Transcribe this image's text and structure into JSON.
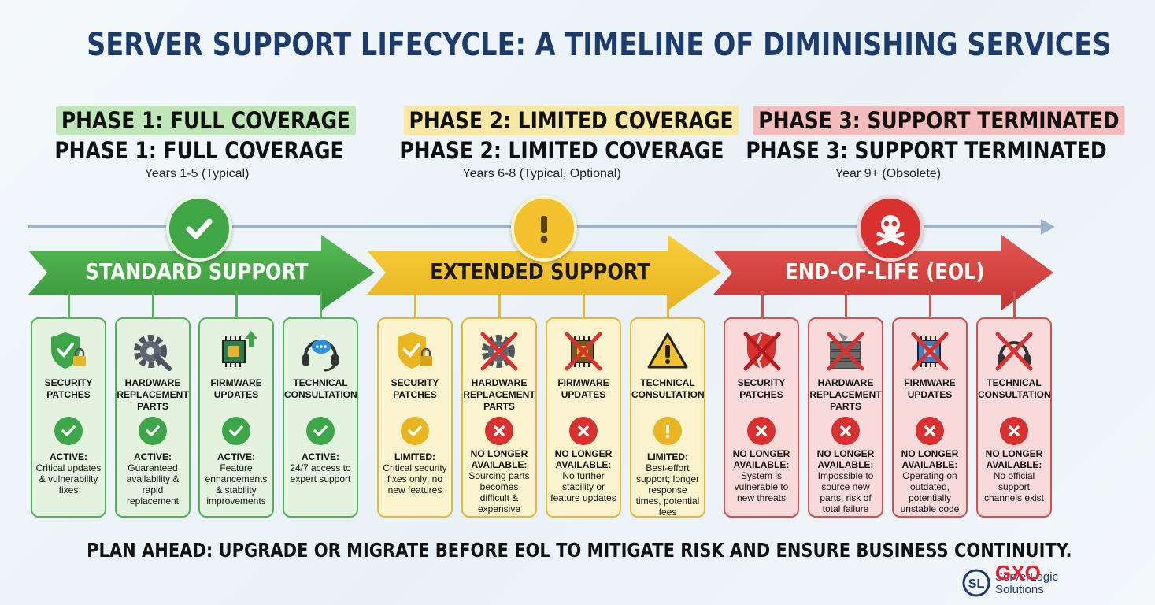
{
  "title": "SERVER SUPPORT LIFECYCLE: A TIMELINE OF DIMINISHING SERVICES",
  "colors": {
    "green": "#43a846",
    "yellow": "#f2c12e",
    "red": "#d9423f",
    "navy": "#1d3c6e"
  },
  "phases": [
    {
      "heading": "PHASE 1: FULL COVERAGE",
      "years": "Years 1-5 (Typical)",
      "stage": "STANDARD SUPPORT",
      "badge_icon": "checkmark-icon"
    },
    {
      "heading": "PHASE 2: LIMITED COVERAGE",
      "years": "Years 6-8 (Typical, Optional)",
      "stage": "EXTENDED SUPPORT",
      "badge_icon": "exclamation-icon"
    },
    {
      "heading": "PHASE 3: SUPPORT TERMINATED",
      "years": "Year 9+ (Obsolete)",
      "stage": "END-OF-LIFE (EOL)",
      "badge_icon": "skull-crossbones-icon"
    }
  ],
  "cards": {
    "standard": [
      {
        "name": "SECURITY PATCHES",
        "icon": "shield-lock-icon",
        "status": "ACTIVE:",
        "desc": "Critical updates & vulnerability fixes"
      },
      {
        "name": "HARDWARE REPLACEMENT PARTS",
        "icon": "gear-wrench-icon",
        "status": "ACTIVE:",
        "desc": "Guaranteed availability & rapid replacement"
      },
      {
        "name": "FIRMWARE UPDATES",
        "icon": "chip-upgrade-icon",
        "status": "ACTIVE:",
        "desc": "Feature enhancements & stability improvements"
      },
      {
        "name": "TECHNICAL CONSULTATION",
        "icon": "headset-chat-icon",
        "status": "ACTIVE:",
        "desc": "24/7 access to expert support"
      }
    ],
    "extended": [
      {
        "name": "SECURITY PATCHES",
        "icon": "shield-lock-icon",
        "status": "LIMITED:",
        "desc": "Critical security fixes only; no new features"
      },
      {
        "name": "HARDWARE REPLACEMENT PARTS",
        "icon": "gear-crossed-icon",
        "status": "NO LONGER AVAILABLE:",
        "desc": "Sourcing parts becomes difficult & expensive"
      },
      {
        "name": "FIRMWARE UPDATES",
        "icon": "chip-crossed-icon",
        "status": "NO LONGER AVAILABLE:",
        "desc": "No further stability or feature updates"
      },
      {
        "name": "TECHNICAL CONSULTATION",
        "icon": "warning-triangle-icon",
        "status": "LIMITED:",
        "desc": "Best-effort support; longer response times, potential fees"
      }
    ],
    "eol": [
      {
        "name": "SECURITY PATCHES",
        "icon": "broken-shield-icon",
        "status": "NO LONGER AVAILABLE:",
        "desc": "System is vulnerable to new threats"
      },
      {
        "name": "HARDWARE REPLACEMENT PARTS",
        "icon": "broken-server-icon",
        "status": "NO LONGER AVAILABLE:",
        "desc": "Impossible to source new parts; risk of total failure"
      },
      {
        "name": "FIRMWARE UPDATES",
        "icon": "chip-crossed-icon",
        "status": "NO LONGER AVAILABLE:",
        "desc": "Operating on outdated, potentially unstable code"
      },
      {
        "name": "TECHNICAL CONSULTATION",
        "icon": "headset-crossed-icon",
        "status": "NO LONGER AVAILABLE:",
        "desc": "No official support channels exist"
      }
    ]
  },
  "footer": "PLAN AHEAD: UPGRADE OR MIGRATE BEFORE EOL TO MITIGATE RISK AND ENSURE BUSINESS CONTINUITY.",
  "brand": {
    "watermark": "GXO",
    "line1": "ServerLogic",
    "line2": "Solutions",
    "logo_text": "SL"
  }
}
